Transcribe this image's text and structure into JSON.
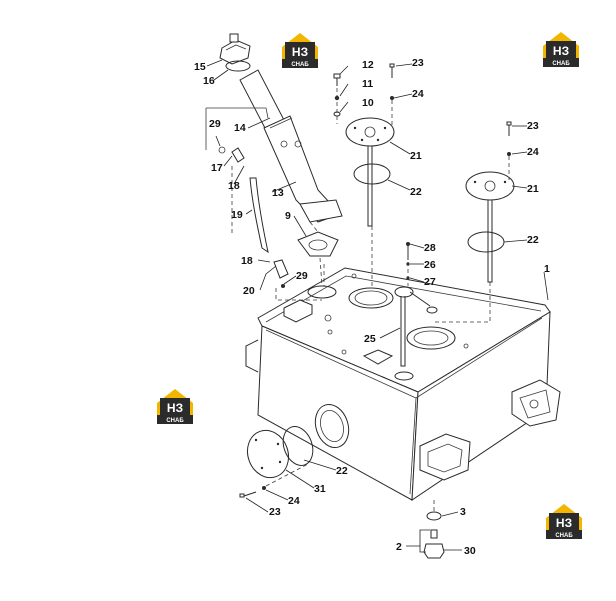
{
  "logo": {
    "mark": "НЗ",
    "word": "СНАБ",
    "color_gold": "#f2b600",
    "color_dark": "#2b2b2b"
  },
  "callouts": [
    {
      "id": "c15",
      "text": "15"
    },
    {
      "id": "c16",
      "text": "16"
    },
    {
      "id": "c12",
      "text": "12"
    },
    {
      "id": "c11",
      "text": "11"
    },
    {
      "id": "c10",
      "text": "10"
    },
    {
      "id": "c23a",
      "text": "23"
    },
    {
      "id": "c24a",
      "text": "24"
    },
    {
      "id": "c23b",
      "text": "23"
    },
    {
      "id": "c24b",
      "text": "24"
    },
    {
      "id": "c14",
      "text": "14"
    },
    {
      "id": "c29a",
      "text": "29"
    },
    {
      "id": "c17",
      "text": "17"
    },
    {
      "id": "c18a",
      "text": "18"
    },
    {
      "id": "c21a",
      "text": "21"
    },
    {
      "id": "c21b",
      "text": "21"
    },
    {
      "id": "c22a",
      "text": "22"
    },
    {
      "id": "c22b",
      "text": "22"
    },
    {
      "id": "c13",
      "text": "13"
    },
    {
      "id": "c19",
      "text": "19"
    },
    {
      "id": "c9",
      "text": "9"
    },
    {
      "id": "c28",
      "text": "28"
    },
    {
      "id": "c26",
      "text": "26"
    },
    {
      "id": "c27",
      "text": "27"
    },
    {
      "id": "c1",
      "text": "1"
    },
    {
      "id": "c18b",
      "text": "18"
    },
    {
      "id": "c29b",
      "text": "29"
    },
    {
      "id": "c20",
      "text": "20"
    },
    {
      "id": "c25",
      "text": "25"
    },
    {
      "id": "c22c",
      "text": "22"
    },
    {
      "id": "c31",
      "text": "31"
    },
    {
      "id": "c24c",
      "text": "24"
    },
    {
      "id": "c23c",
      "text": "23"
    },
    {
      "id": "c3",
      "text": "3"
    },
    {
      "id": "c2",
      "text": "2"
    },
    {
      "id": "c30",
      "text": "30"
    }
  ]
}
